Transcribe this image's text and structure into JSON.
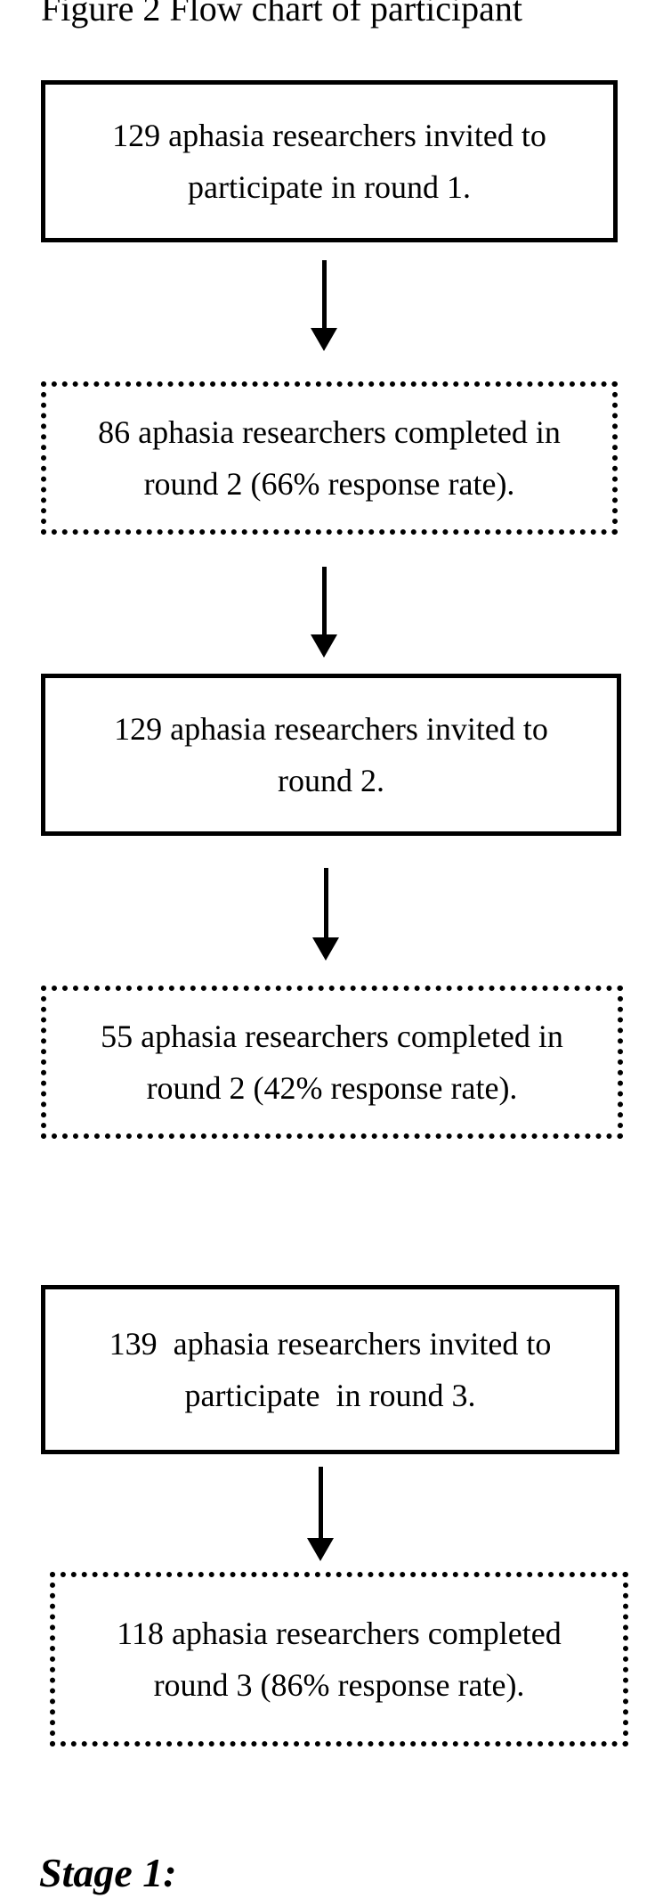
{
  "title": "Figure 2 Flow chart of participant",
  "flow": {
    "box1": "129 aphasia researchers invited to\nparticipate in round 1.",
    "box2": "86 aphasia researchers completed in\nround 2 (66% response rate).",
    "box3": "129 aphasia researchers invited to\nround 2.",
    "box4": "55 aphasia researchers completed in\nround 2 (42% response rate).",
    "box5": "139  aphasia researchers invited to\nparticipate  in round 3.",
    "box6": "118 aphasia researchers completed\nround 3 (86% response rate)."
  },
  "section_heading": "Stage 1:"
}
